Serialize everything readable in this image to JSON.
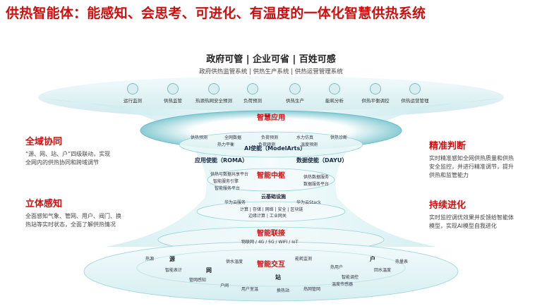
{
  "title": "供热智能体：能感知、会思考、可进化、有温度的一体化智慧供热系统",
  "headline": "政府可管 | 企业可省 | 百姓可感",
  "subline": "政府供热监管系统 | 供热生产系统 | 供热运营管理系统",
  "services": [
    "运行监测",
    "供热监管",
    "热源热网安全预测",
    "负荷预测",
    "供热生产",
    "能耗分析",
    "供热平衡调控",
    "供热运营管理"
  ],
  "layers": {
    "smart_app": "智慧应用",
    "smart_center": "智能中枢",
    "cloud_infra": "云基础设施",
    "smart_connect": "智能联接",
    "smart_interact": "智能交互"
  },
  "app_items": [
    "供热预测",
    "全网数据",
    "负荷预测",
    "水力仿真",
    "供热诊断",
    "热力平衡",
    "负荷预测",
    "温度预测"
  ],
  "ai_roma": "应用使能（ROMA）",
  "ai_modelarts": "AI使能（ModelArts）",
  "ai_dayu": "数据使能（DAYU）",
  "center_left": [
    "供热与数据共享平台",
    "智能服务引擎",
    "智能服务平台"
  ],
  "center_right": [
    "供热数据服务",
    "数据服务平台"
  ],
  "huawei_cloud": "华为云服务",
  "huawei_stack": "华为云Stack",
  "compute": "计算 | 存储 | 网络 | 安全 | 区块链",
  "iot_row": "边缘计算 | 工业网关",
  "connect_text": "物联网 / 4G / 5G / WIFI / IoT",
  "bottom_items": [
    "热源",
    "智能表计",
    "管网感知",
    "户阀",
    "用户室温",
    "换热站",
    "热网管网",
    "温度传感器",
    "智能调控",
    "回水温度",
    "热量表",
    "供水温度",
    "能耗监测",
    "热用户"
  ],
  "bottom_chars": [
    "源",
    "网",
    "站",
    "户"
  ],
  "left_blocks": [
    {
      "heading": "全域协同",
      "lines": [
        "“源、网、站、户”四级联动，实现",
        "全网内的供热协同和跨域调节"
      ]
    },
    {
      "heading": "立体感知",
      "lines": [
        "全面感知气象、管网、用户、阀门、换",
        "热站等实时状态，全面了解供热情况"
      ]
    }
  ],
  "right_blocks": [
    {
      "heading": "精准判断",
      "lines": [
        "实时精准感知全网供热质量和供热",
        "安全监控，并进行精准调节，提升",
        "供热和监管能力"
      ]
    },
    {
      "heading": "持续进化",
      "lines": [
        "实时监控调优效果并反馈给智能体",
        "模型，实现AI模型自我进化"
      ]
    }
  ],
  "colors": {
    "accent": "#cc1010",
    "teal": "#3fa9b5",
    "text": "#333333"
  }
}
